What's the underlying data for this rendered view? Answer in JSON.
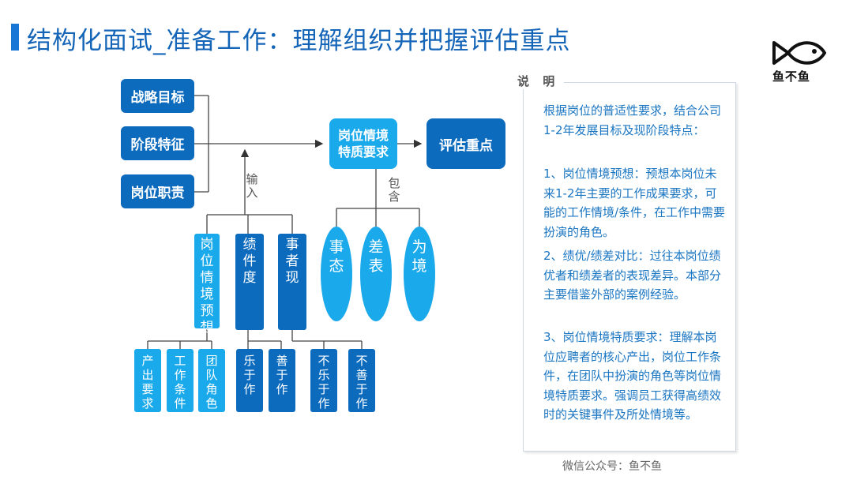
{
  "title": "结构化面试_准备工作：理解组织并把握评估重点",
  "logo": {
    "icon": "fish-icon",
    "text": "鱼不鱼"
  },
  "diagram": {
    "left_inputs": [
      "战略目标",
      "阶段特征",
      "岗位职责"
    ],
    "center_box": [
      "岗位情境",
      "特质要求"
    ],
    "result_box": "评估重点",
    "input_label": "输入",
    "include_label": "包含",
    "input_columns": [
      {
        "text": "岗位情境预想",
        "children": [
          "产出要求",
          "工作条件",
          "团队角色"
        ]
      },
      {
        "text": "绩件度",
        "children": [
          "乐于作",
          "善于作"
        ]
      },
      {
        "text": "事者现",
        "children": [
          "不乐于作",
          "不善于作"
        ]
      }
    ],
    "ovals": [
      "事态",
      "差表",
      "为境"
    ]
  },
  "notes": {
    "heading": "说 明",
    "paragraphs": [
      "根据岗位的普适性要求，结合公司1-2年发展目标及现阶段特点：",
      "1、岗位情境预想：预想本岗位未来1-2年主要的工作成果要求，可能的工作情境/条件，在工作中需要扮演的角色。",
      "2、绩优/绩差对比：过往本岗位绩优者和绩差者的表现差异。本部分主要借鉴外部的案例经验。",
      "3、岗位情境特质要求：理解本岗位应聘者的核心产出，岗位工作条件，在团队中扮演的角色等岗位情境特质要求。强调员工获得高绩效时的关键事件及所处情境等。"
    ]
  },
  "footer": "微信公众号：鱼不鱼",
  "colors": {
    "dark_blue": "#0d6bbd",
    "light_blue": "#1aa9ea",
    "title_blue": "#1465b8",
    "note_text": "#1b76c2"
  }
}
